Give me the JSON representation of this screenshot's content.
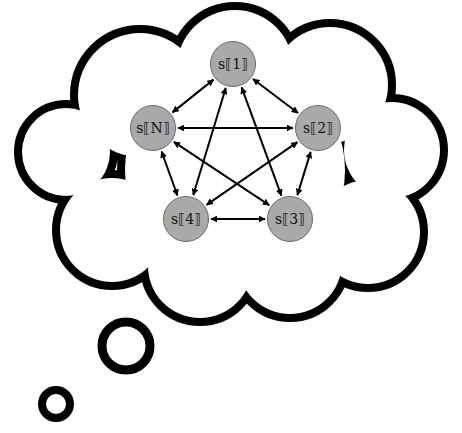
{
  "diagram": {
    "nodes": [
      {
        "text": [
          "s⟦1⟧"
        ]
      },
      {
        "text": [
          "s⟦2⟧"
        ]
      },
      {
        "text": [
          "s⟦3⟧"
        ]
      },
      {
        "text": [
          "s⟦4⟧"
        ]
      },
      {
        "text": [
          "s⟦N⟧"
        ]
      }
    ],
    "edges": [
      {
        "from": 0,
        "to": 1,
        "arrow": "both"
      },
      {
        "from": 1,
        "to": 2,
        "arrow": "both"
      },
      {
        "from": 2,
        "to": 3,
        "arrow": "both"
      },
      {
        "from": 3,
        "to": 4,
        "arrow": "both"
      },
      {
        "from": 4,
        "to": 0,
        "arrow": "both"
      },
      {
        "from": 0,
        "to": 2,
        "arrow": "both"
      },
      {
        "from": 0,
        "to": 3,
        "arrow": "both"
      },
      {
        "from": 1,
        "to": 3,
        "arrow": "both"
      },
      {
        "from": 1,
        "to": 4,
        "arrow": "both"
      },
      {
        "from": 2,
        "to": 4,
        "arrow": "both"
      }
    ]
  }
}
